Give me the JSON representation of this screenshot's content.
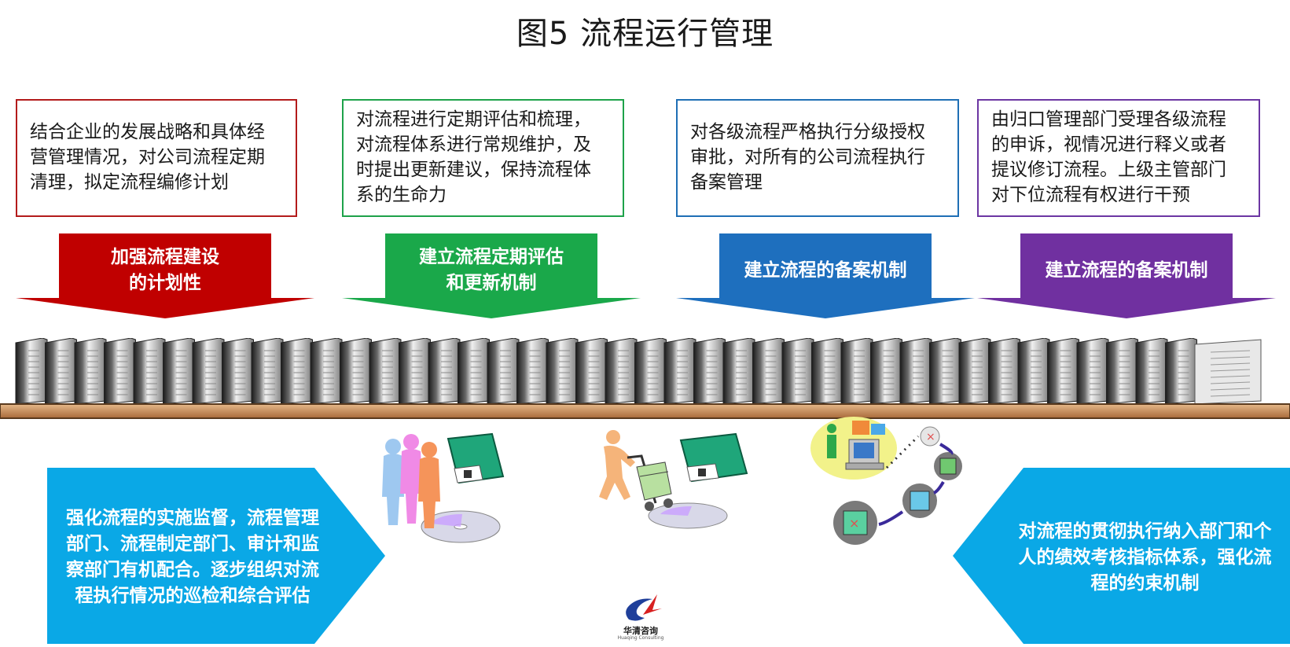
{
  "title": "图5  流程运行管理",
  "boxes": [
    {
      "text": "结合企业的发展战略和具体经\n营管理情况，对公司流程定期\n清理，拟定流程编修计划",
      "color": "#b31b1b"
    },
    {
      "text": "对流程进行定期评估和梳理，\n对流程体系进行常规维护，及\n时提出更新建议，保持流程体\n系的生命力",
      "color": "#1ea24a"
    },
    {
      "text": "对各级流程严格执行分级授权\n审批，对所有的公司流程执行\n备案管理",
      "color": "#1f6fb5"
    },
    {
      "text": "由归口管理部门受理各级流程\n的申诉，视情况进行释义或者\n提议修订流程。上级主管部门\n对下位流程有权进行干预",
      "color": "#6c36a3"
    }
  ],
  "arrows": [
    {
      "label": "加强流程建设\n的计划性",
      "color": "#c00000"
    },
    {
      "label": "建立流程定期评估\n和更新机制",
      "color": "#1aa84a"
    },
    {
      "label": "建立流程的备案机制",
      "color": "#1e6fbe"
    },
    {
      "label": "建立流程的备案机制",
      "color": "#7030a0"
    }
  ],
  "bottom_left": {
    "text": "强化流程的实施监督，流程管理\n部门、流程制定部门、审计和监\n察部门有机配合。逐步组织对流\n程执行情况的巡检和综合评估",
    "color": "#0aa8e6"
  },
  "bottom_right": {
    "text": "对流程的贯彻执行纳入部门和个\n人的绩效考核指标体系，强化流\n程的约束机制",
    "color": "#0aa8e6"
  },
  "logo": {
    "name": "华清咨询",
    "sub": "Huaqing Consulting"
  },
  "icons": [
    "people-icon",
    "floppy-disk-icon",
    "cd-icon",
    "hand-truck-icon",
    "network-icon"
  ]
}
